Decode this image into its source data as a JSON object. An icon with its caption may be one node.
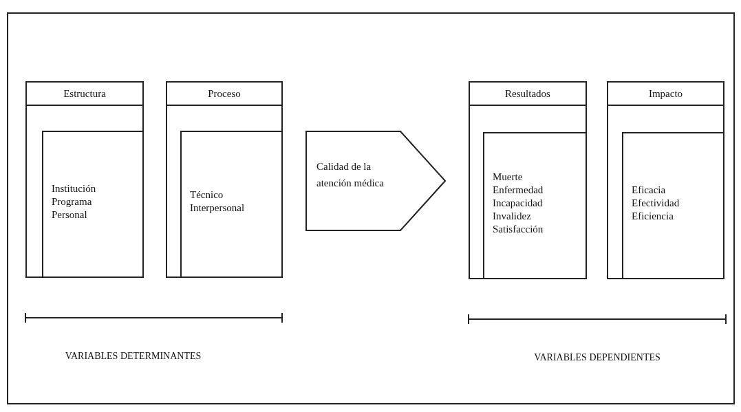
{
  "diagram": {
    "nodes": [
      {
        "text": [
          "Estructura"
        ]
      },
      {
        "text": [
          "Institución",
          "Programa",
          "Personal"
        ],
        "in": 0
      },
      {
        "text": [
          "Proceso"
        ]
      },
      {
        "text": [
          "Técnico",
          "Interpersonal"
        ],
        "in": 2
      },
      {
        "text": [
          "Calidad de la atención médica"
        ]
      },
      {
        "text": [
          "Resultados"
        ]
      },
      {
        "text": [
          "Muerte",
          "Enfermedad",
          "Incapacidad",
          "Invalidez",
          "Satisfacción"
        ],
        "in": 5
      },
      {
        "text": [
          "Impacto"
        ]
      },
      {
        "text": [
          "Eficacia",
          "Efectividad",
          "Eficiencia"
        ],
        "in": 7
      }
    ],
    "edges": [],
    "labels": [
      "VARIABLES DETERMINANTES",
      "VARIABLES DEPENDIENTES"
    ]
  }
}
